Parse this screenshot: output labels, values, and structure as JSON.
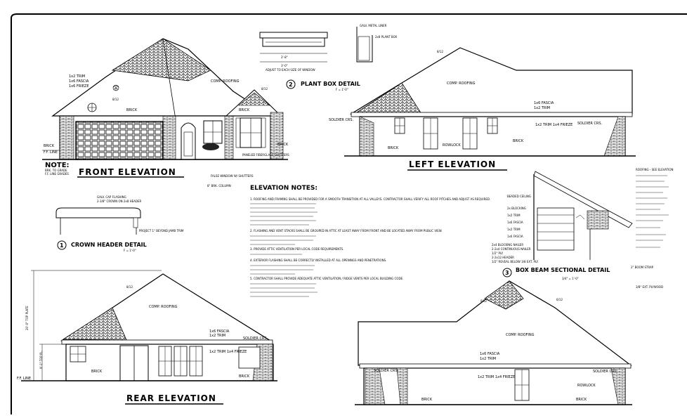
{
  "titles": {
    "front": "FRONT ELEVATION",
    "left": "LEFT ELEVATION",
    "rear": "REAR ELEVATION",
    "plant_box": "PLANT BOX DETAIL",
    "crown_header": "CROWN HEADER DETAIL",
    "box_beam": "BOX BEAM SECTIONAL DETAIL",
    "elevation_notes": "ELEVATION NOTES:",
    "note": "NOTE:"
  },
  "detail_numbers": {
    "plant_box": "2",
    "crown_header": "1",
    "box_beam": "3"
  },
  "scales": {
    "plant_box": "F = 1'-0\"",
    "crown_header": "F = 1'-0\"",
    "box_beam": "3/4\" = 1'-0\""
  },
  "labels": {
    "comp_roofing": "COMP. ROOFING",
    "brick": "BRICK",
    "rowlock": "ROWLOCK",
    "soldier_crs": "SOLDIER CRS.",
    "fascia": "1x6 FASCIA",
    "trim": "1x2 TRIM",
    "frieze": "1x6 FRIEZE",
    "trim_frieze": "1x2 TRIM 1x4 FRIEZE",
    "ff_line": "F.F. LINE",
    "pitch": "8/12",
    "pitch_alt": "6/12",
    "paneled_shutters": "PANELED FIBERGLASS SHUTTERS",
    "false_window": "FALSE WINDOW W/ SHUTTERS",
    "brk_column": "8\" BRK. COLUMN",
    "galv_liner": "GALV. METAL LINER",
    "plant_box": "2x8 PLANT BOX",
    "crown_flashing": "GALV. CAP FLASHING",
    "crown_header": "2-3/8\" CROWN ON 2x8 HEADER",
    "project": "PROJECT 1\" BEYOND JAMB TRIM",
    "beaded_ceiling": "BEADED CEILING",
    "roofing_see": "ROOFING - SEE ELEVATION",
    "box_beam_soffit": "1/2\" REVEAL BELOW 3/8 EXT. PLY."
  },
  "notes": [
    "1. ROOFING AND FRAMING SHALL BE PROVIDED FOR A SMOOTH TRANSITION AT ALL VALLEYS. CONTRACTOR SHALL VERIFY ALL ROOF PITCHES AND ADJUST AS REQUIRED.",
    "2. FLASHING AND VENT STACKS SHALL BE GROUPED IN ATTIC AT LEAST AWAY FROM FRONT AND BE LOCATED AWAY FROM PUBLIC VIEW.",
    "3. PROVIDE ATTIC VENTILATION PER LOCAL CODE REQUIREMENTS.",
    "4. EXTERIOR FLASHING SHALL BE CORRECTLY INSTALLED AT ALL OPENINGS AND PENETRATIONS.",
    "5. CONTRACTOR SHALL PROVIDE ADEQUATE ATTIC VENTILATION / RIDGE VENTS PER LOCAL BUILDING CODE."
  ],
  "note_lines": [
    "BRK. TO GRADE",
    "F.F. LINE GRADES"
  ]
}
